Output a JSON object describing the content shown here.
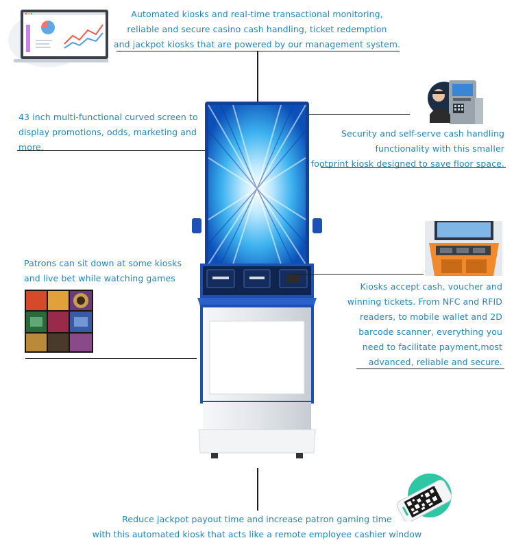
{
  "captions": {
    "top": [
      "Automated kiosks and real-time transactional monitoring,",
      "reliable and secure casino cash handling, ticket redemption",
      "and jackpot kiosks that are powered by our management system."
    ],
    "screen": [
      "43 inch multi-functional curved screen to",
      "display promotions, odds, marketing and",
      "more."
    ],
    "security": [
      "Security and self-serve cash handling",
      "functionality with this smaller",
      "footprint kiosk designed to save floor space."
    ],
    "patrons": [
      "Patrons can sit down at some kiosks",
      "and live bet while watching games"
    ],
    "payment": [
      "Kiosks accept cash, voucher and",
      "winning tickets. From NFC and RFID",
      "readers, to mobile wallet and 2D",
      "barcode scanner,  everything you",
      "need to facilitate payment,most",
      "advanced, reliable and secure."
    ],
    "bottom": [
      "Reduce jackpot payout time and increase patron gaming time",
      "with this automated kiosk that acts like a remote employee cashier window"
    ]
  },
  "colors": {
    "caption_text": "#1f86c2",
    "kiosk_blue": "#1d4fb5",
    "kiosk_white": "#eceff3",
    "rule": "#1a1a1a"
  },
  "illustrations": {
    "analytics": "laptop-analytics-icon",
    "security": "atm-security-icon",
    "games": "slot-games-photo",
    "payment_kiosk": "orange-payment-kiosk-photo",
    "scanner": "barcode-scanner-icon",
    "kiosk": "casino-kiosk-photo"
  }
}
